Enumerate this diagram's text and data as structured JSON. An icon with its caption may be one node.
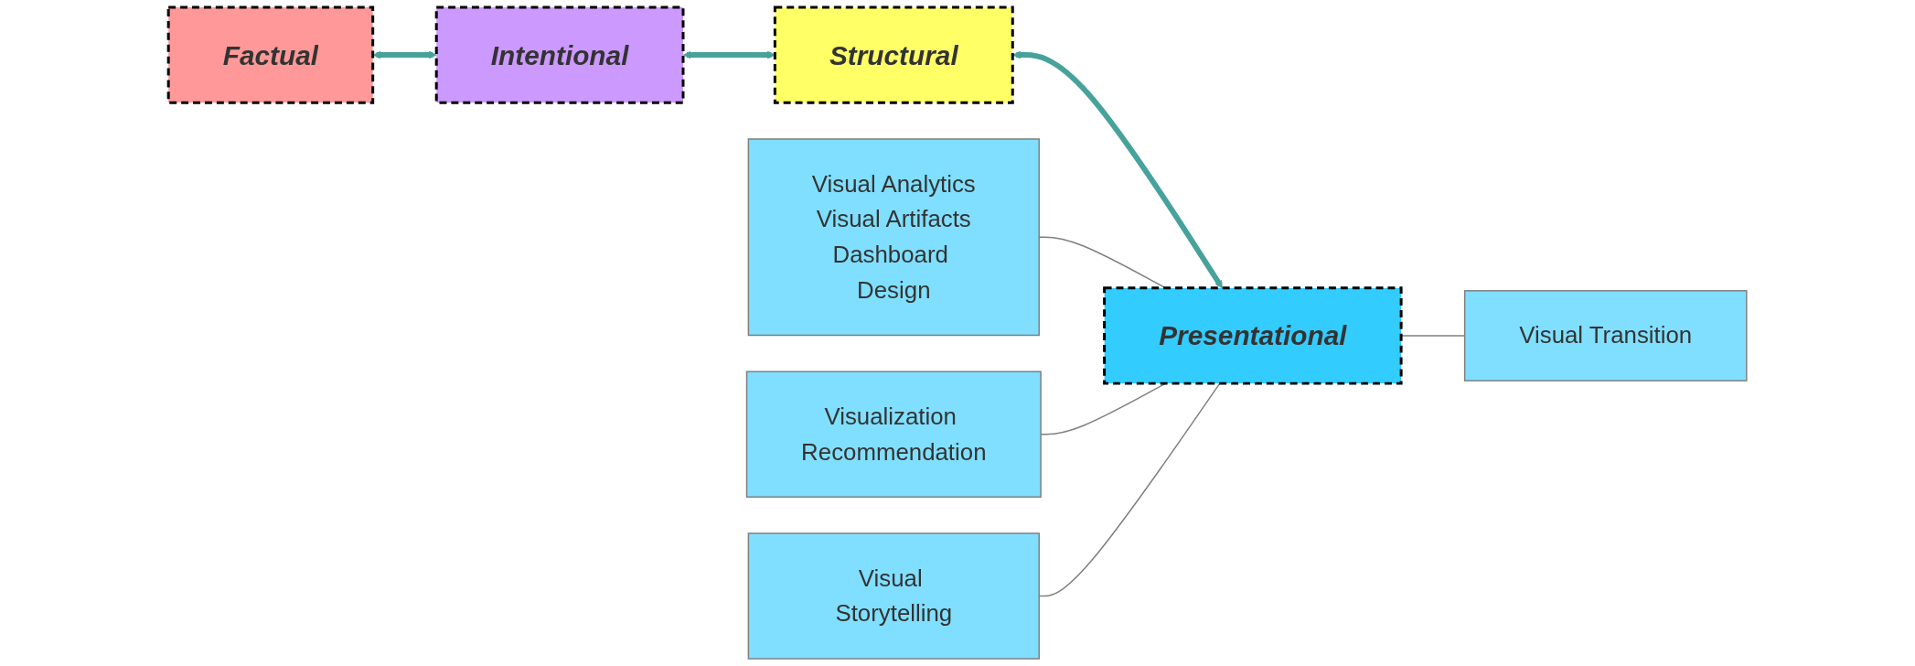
{
  "diagram": {
    "nodes": [
      {
        "text": [
          "Factual"
        ]
      },
      {
        "text": [
          "Intentional"
        ]
      },
      {
        "text": [
          "Structural"
        ]
      },
      {
        "text": [
          "Presentational"
        ]
      },
      {
        "text": [
          "Visual Analytics",
          "Visual Artifacts",
          "Dashboard Design"
        ]
      },
      {
        "text": [
          "Visualization Recommendation"
        ]
      },
      {
        "text": [
          "Visual Storytelling"
        ]
      },
      {
        "text": [
          "Visual Transition"
        ]
      }
    ],
    "edges": [
      {
        "from": 0,
        "to": 1,
        "arrow": "both",
        "style": "thick",
        "color": "#46a29a"
      },
      {
        "from": 1,
        "to": 2,
        "arrow": "both",
        "style": "thick",
        "color": "#46a29a"
      },
      {
        "from": 2,
        "to": 3,
        "arrow": "both",
        "style": "thick",
        "color": "#46a29a"
      },
      {
        "from": 4,
        "to": 3,
        "arrow": "none"
      },
      {
        "from": 5,
        "to": 3,
        "arrow": "none"
      },
      {
        "from": 6,
        "to": 3,
        "arrow": "none"
      },
      {
        "from": 3,
        "to": 7,
        "arrow": "none"
      }
    ]
  }
}
